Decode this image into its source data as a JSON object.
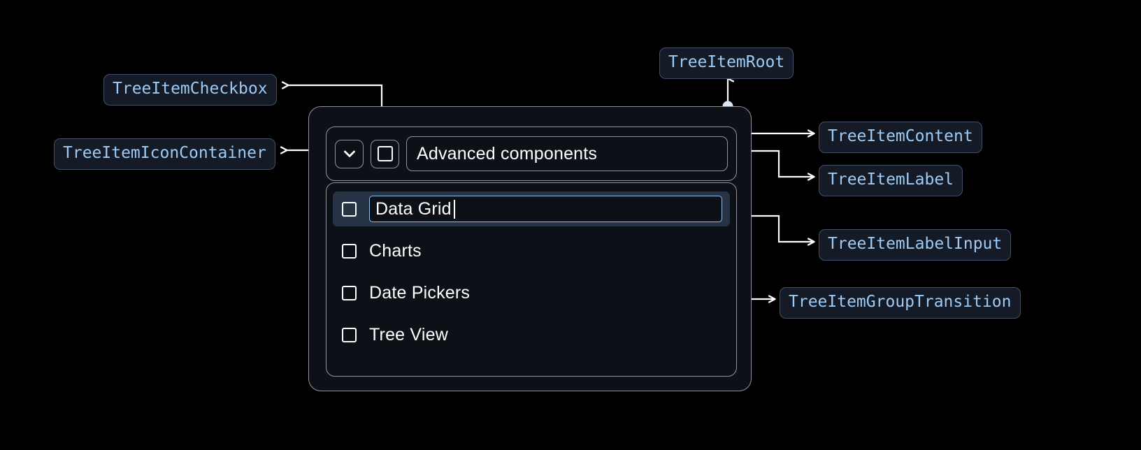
{
  "diagram": {
    "title": "TreeItem anatomy annotation diagram",
    "background_color": "#000000",
    "chip_bg_color": "#141b26",
    "chip_border_color": "#44506a",
    "chip_text_color": "#9ecbf5",
    "connector_color": "#ffffff",
    "panel_border_color": "#8e949c",
    "panel_bg_color": "#0d1117",
    "selected_row_color": "#263445",
    "input_focus_border_color": "#8ec0ea"
  },
  "annotations": {
    "checkbox": "TreeItemCheckbox",
    "icon_container": "TreeItemIconContainer",
    "root": "TreeItemRoot",
    "content": "TreeItemContent",
    "label": "TreeItemLabel",
    "label_input": "TreeItemLabelInput",
    "group_transition": "TreeItemGroupTransition"
  },
  "tree": {
    "root_item": {
      "label": "Advanced components",
      "expanded": true,
      "checked": false,
      "expand_icon": "chevron-down-icon"
    },
    "children": [
      {
        "label": "Data Grid",
        "checked": false,
        "editing": true,
        "selected": true
      },
      {
        "label": "Charts",
        "checked": false,
        "editing": false,
        "selected": false
      },
      {
        "label": "Date Pickers",
        "checked": false,
        "editing": false,
        "selected": false
      },
      {
        "label": "Tree View",
        "checked": false,
        "editing": false,
        "selected": false
      }
    ]
  }
}
